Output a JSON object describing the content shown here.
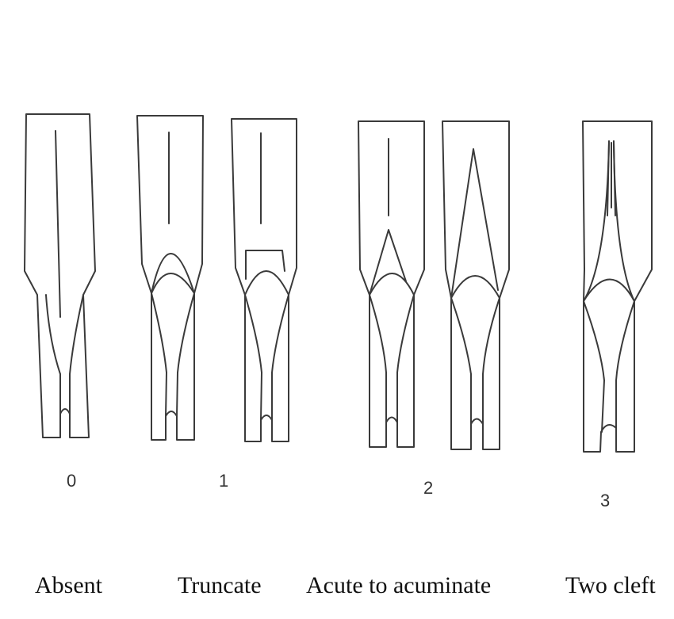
{
  "diagram": {
    "stroke_color": "#3a3a3a",
    "numbers": [
      "0",
      "1",
      "2",
      "3"
    ],
    "captions": [
      "Absent",
      "Truncate",
      "Acute to acuminate",
      "Two cleft"
    ]
  }
}
